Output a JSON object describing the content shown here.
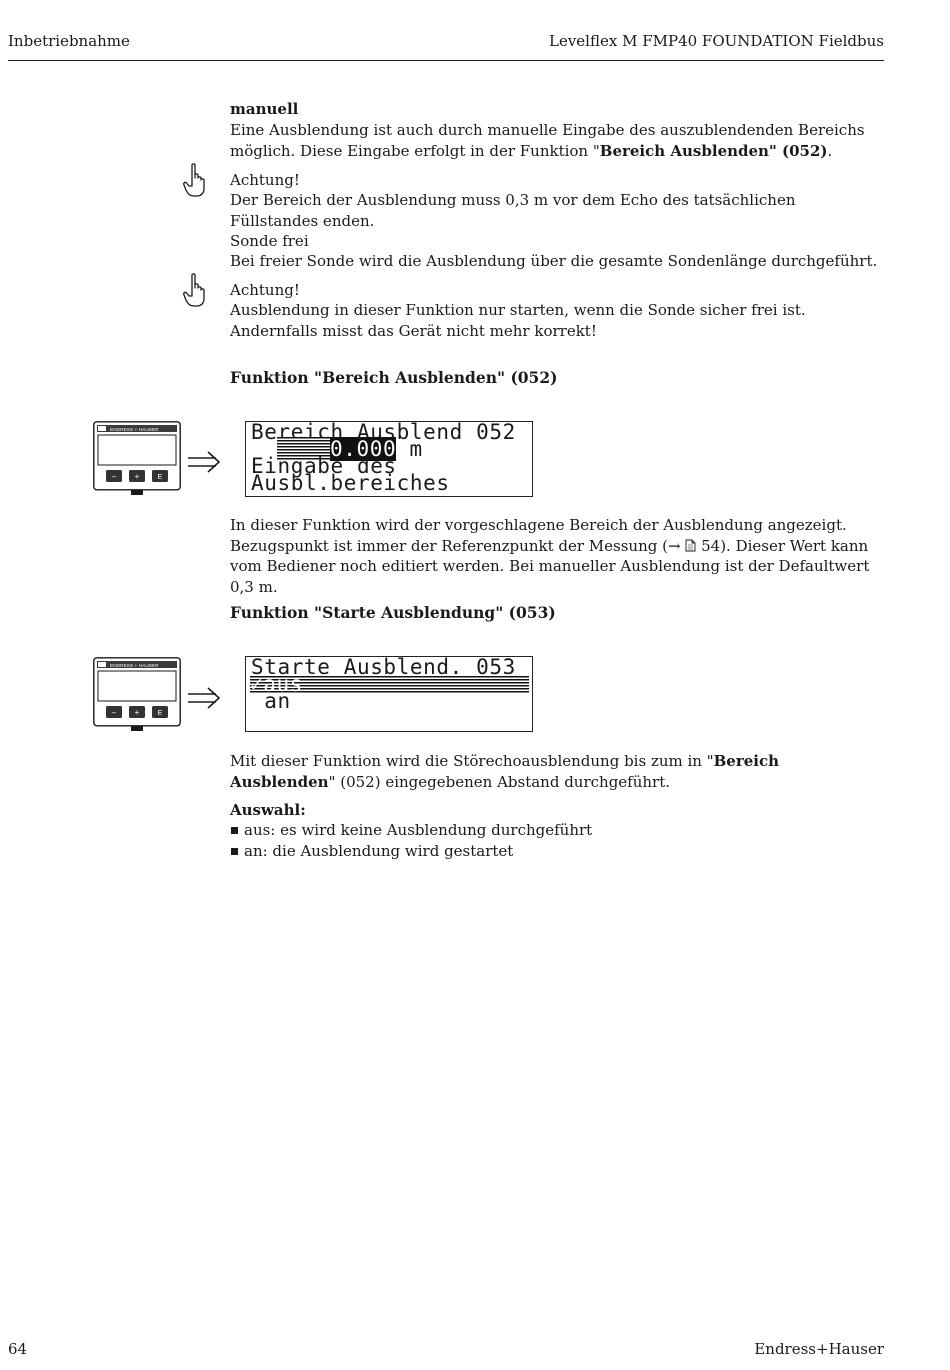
{
  "header": {
    "section": "Inbetriebnahme",
    "product": "Levelflex M FMP40 FOUNDATION Fieldbus"
  },
  "footer": {
    "page_number": "64",
    "brand": "Endress+Hauser"
  },
  "manual": {
    "title": "manuell",
    "text_1": "Eine Ausblendung ist auch durch manuelle Eingabe des auszublendenden Bereichs möglich. Diese Eingabe erfolgt in der Funktion \"",
    "text_bold": "Bereich Ausblenden\" (052)",
    "text_2": "."
  },
  "caution_1": {
    "title": "Achtung!",
    "text": "Der Bereich der Ausblendung muss 0,3 m vor dem Echo des tatsächlichen Füllstandes enden."
  },
  "probe_free": {
    "title": "Sonde frei",
    "text": "Bei freier Sonde wird die Ausblendung über die gesamte Sondenlänge durchgeführt."
  },
  "caution_2": {
    "title": "Achtung!",
    "text": "Ausblendung in dieser Funktion nur starten, wenn die Sonde sicher frei ist. Andernfalls misst das Gerät nicht mehr korrekt!"
  },
  "func_052": {
    "heading": "Funktion \"Bereich Ausblenden\" (052)",
    "lcd_line1": "Bereich Ausblend 052",
    "lcd_value": "0.000",
    "lcd_unit": "m",
    "lcd_line3": "Eingabe des",
    "lcd_line4": "Ausbl.bereiches",
    "desc_1": "In dieser Funktion wird der vorgeschlagene Bereich der Ausblendung angezeigt. Bezugspunkt ist immer der Referenzpunkt der Messung (",
    "desc_arrow": "→",
    "desc_page_icon": "page-icon",
    "desc_page": "54",
    "desc_2": "). Dieser Wert kann vom Bediener noch editiert werden. Bei manueller Ausblendung ist der Defaultwert 0,3 m."
  },
  "func_053": {
    "heading": "Funktion \"Starte Ausblendung\" (053)",
    "lcd_line1": "Starte Ausblend. 053",
    "lcd_option_selected": "✓aus",
    "lcd_option_2": " an",
    "desc_1": "Mit dieser Funktion wird die Störechoausblendung bis zum in \"",
    "desc_bold": "Bereich Ausblenden",
    "desc_2": "\" (052) eingegebenen Abstand durchgeführt.",
    "choice_label": "Auswahl:",
    "choices": [
      "aus: es wird keine Ausblendung durchgeführt",
      "an: die Ausblendung wird gestartet"
    ]
  },
  "device": {
    "brand_label": "ENDRESS + HAUSER",
    "key_minus": "–",
    "key_plus": "+",
    "key_e": "E"
  }
}
